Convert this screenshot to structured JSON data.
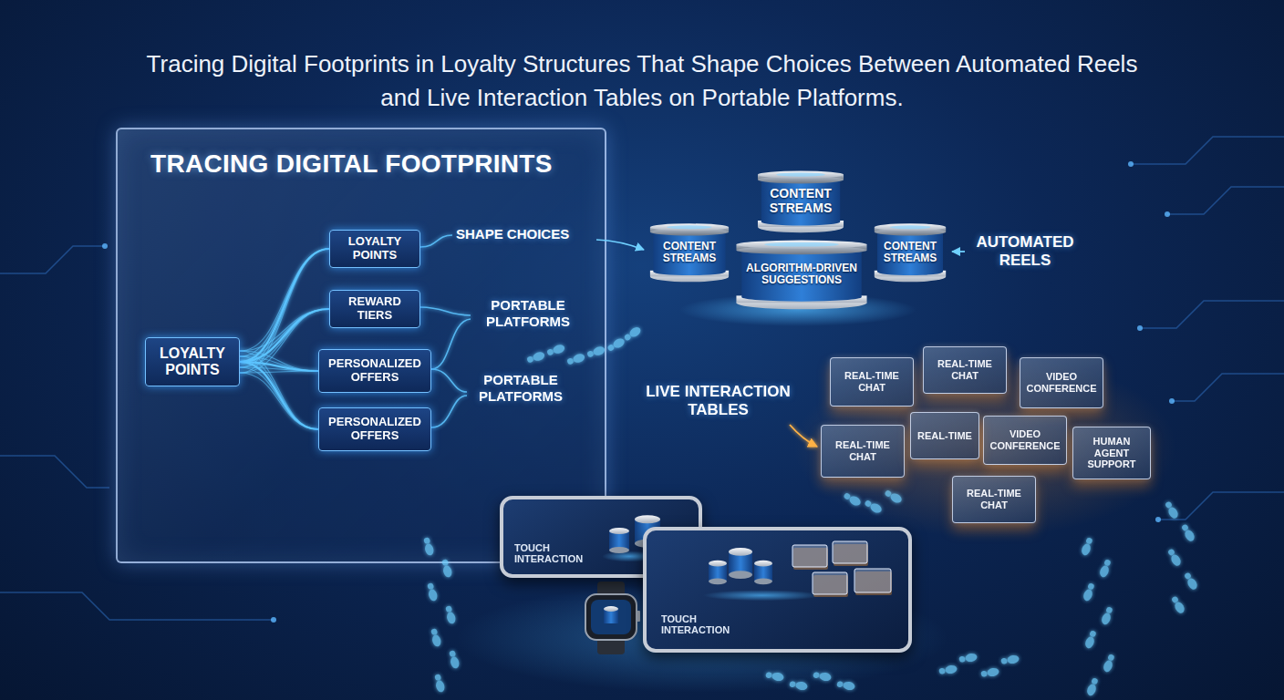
{
  "diagram": {
    "title": "Tracing Digital Footprints in Loyalty Structures That Shape Choices Between Automated Reels and Live Interaction Tables on Portable Platforms.",
    "nodes": [
      {
        "text": [
          "TRACING DIGITAL FOOTPRINTS"
        ]
      },
      {
        "text": [
          "LOYALTY POINTS"
        ],
        "in": 0
      },
      {
        "text": [
          "LOYALTY POINTS"
        ],
        "in": 0
      },
      {
        "text": [
          "REWARD TIERS"
        ],
        "in": 0
      },
      {
        "text": [
          "PERSONALIZED OFFERS"
        ],
        "in": 0
      },
      {
        "text": [
          "PERSONALIZED OFFERS"
        ],
        "in": 0
      },
      {
        "text": [
          "CONTENT STREAMS"
        ]
      },
      {
        "text": [
          "CONTENT STREAMS"
        ]
      },
      {
        "text": [
          "ALGORITHM-DRIVEN SUGGESTIONS"
        ]
      },
      {
        "text": [
          "CONTENT STREAMS"
        ]
      },
      {
        "text": [
          "REAL-TIME CHAT"
        ]
      },
      {
        "text": [
          "REAL-TIME CHAT"
        ]
      },
      {
        "text": [
          "VIDEO CONFERENCE"
        ]
      },
      {
        "text": [
          "VIDEO CONFERENCE"
        ]
      },
      {
        "text": [
          "REAL-TIME CHAT"
        ]
      },
      {
        "text": [
          "REAL-TIME"
        ]
      },
      {
        "text": [
          "REAL-TIME CHAT"
        ]
      },
      {
        "text": [
          "HUMAN AGENT SUPPORT"
        ]
      },
      {
        "text": [
          "TOUCH INTERACTION"
        ]
      },
      {
        "text": [
          "TOUCH INTERACTION"
        ]
      }
    ],
    "edges": [
      {
        "from": 1,
        "to": 2,
        "arrow": "none"
      },
      {
        "from": 1,
        "to": 3,
        "arrow": "none"
      },
      {
        "from": 1,
        "to": 4,
        "arrow": "none"
      },
      {
        "from": 1,
        "to": 5,
        "arrow": "none"
      }
    ],
    "labels": [
      "SHAPE CHOICES",
      "PORTABLE PLATFORMS",
      "PORTABLE PLATFORMS",
      "AUTOMATED REELS",
      "LIVE INTERACTION TABLES"
    ]
  }
}
